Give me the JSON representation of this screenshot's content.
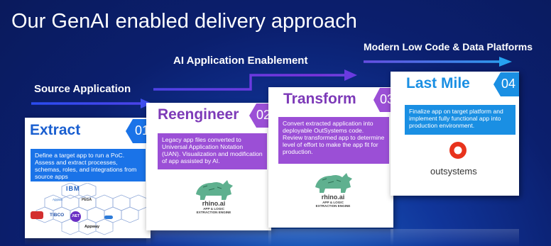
{
  "title": "Our GenAI enabled delivery approach",
  "stages": {
    "source": "Source Application",
    "ai": "AI Application Enablement",
    "modern": "Modern Low Code & Data Platforms"
  },
  "cards": [
    {
      "heading": "Extract",
      "number": "01",
      "description": "Define a target app to run a PoC. Assess and extract processes, schemas, roles, and integrations from source apps"
    },
    {
      "heading": "Reengineer",
      "number": "02",
      "description": "Legacy app files converted to Universal Application Notation (UAN). Visualization and modification of app assisted by AI."
    },
    {
      "heading": "Transform",
      "number": "03",
      "description": "Convert extracted application into deployable OutSystems code. Review transformed app to determine level of effort to make the app fit for production."
    },
    {
      "heading": "Last Mile",
      "number": "04",
      "description": "Finalize app on target platform and implement fully functional app into production environment."
    }
  ],
  "logos": {
    "ibm": "IBM",
    "pega": "PEGA",
    "tibco": "TIBCO",
    "net": ".NET",
    "appian": "Appian",
    "appway": "Appway",
    "rhino_name": "rhino.ai",
    "rhino_tag1": "APP & LOGIC",
    "rhino_tag2": "EXTRACTION ENGINE",
    "outsystems": "outsystems"
  },
  "colors": {
    "background": "#0b1f6e",
    "arrow": "#3d55e6",
    "extract": "#1a73e8",
    "reengineer": "#9b4fd6",
    "transform": "#9b4fd6",
    "lastmile": "#1a8fe3",
    "outsystems": "#e8331c"
  }
}
